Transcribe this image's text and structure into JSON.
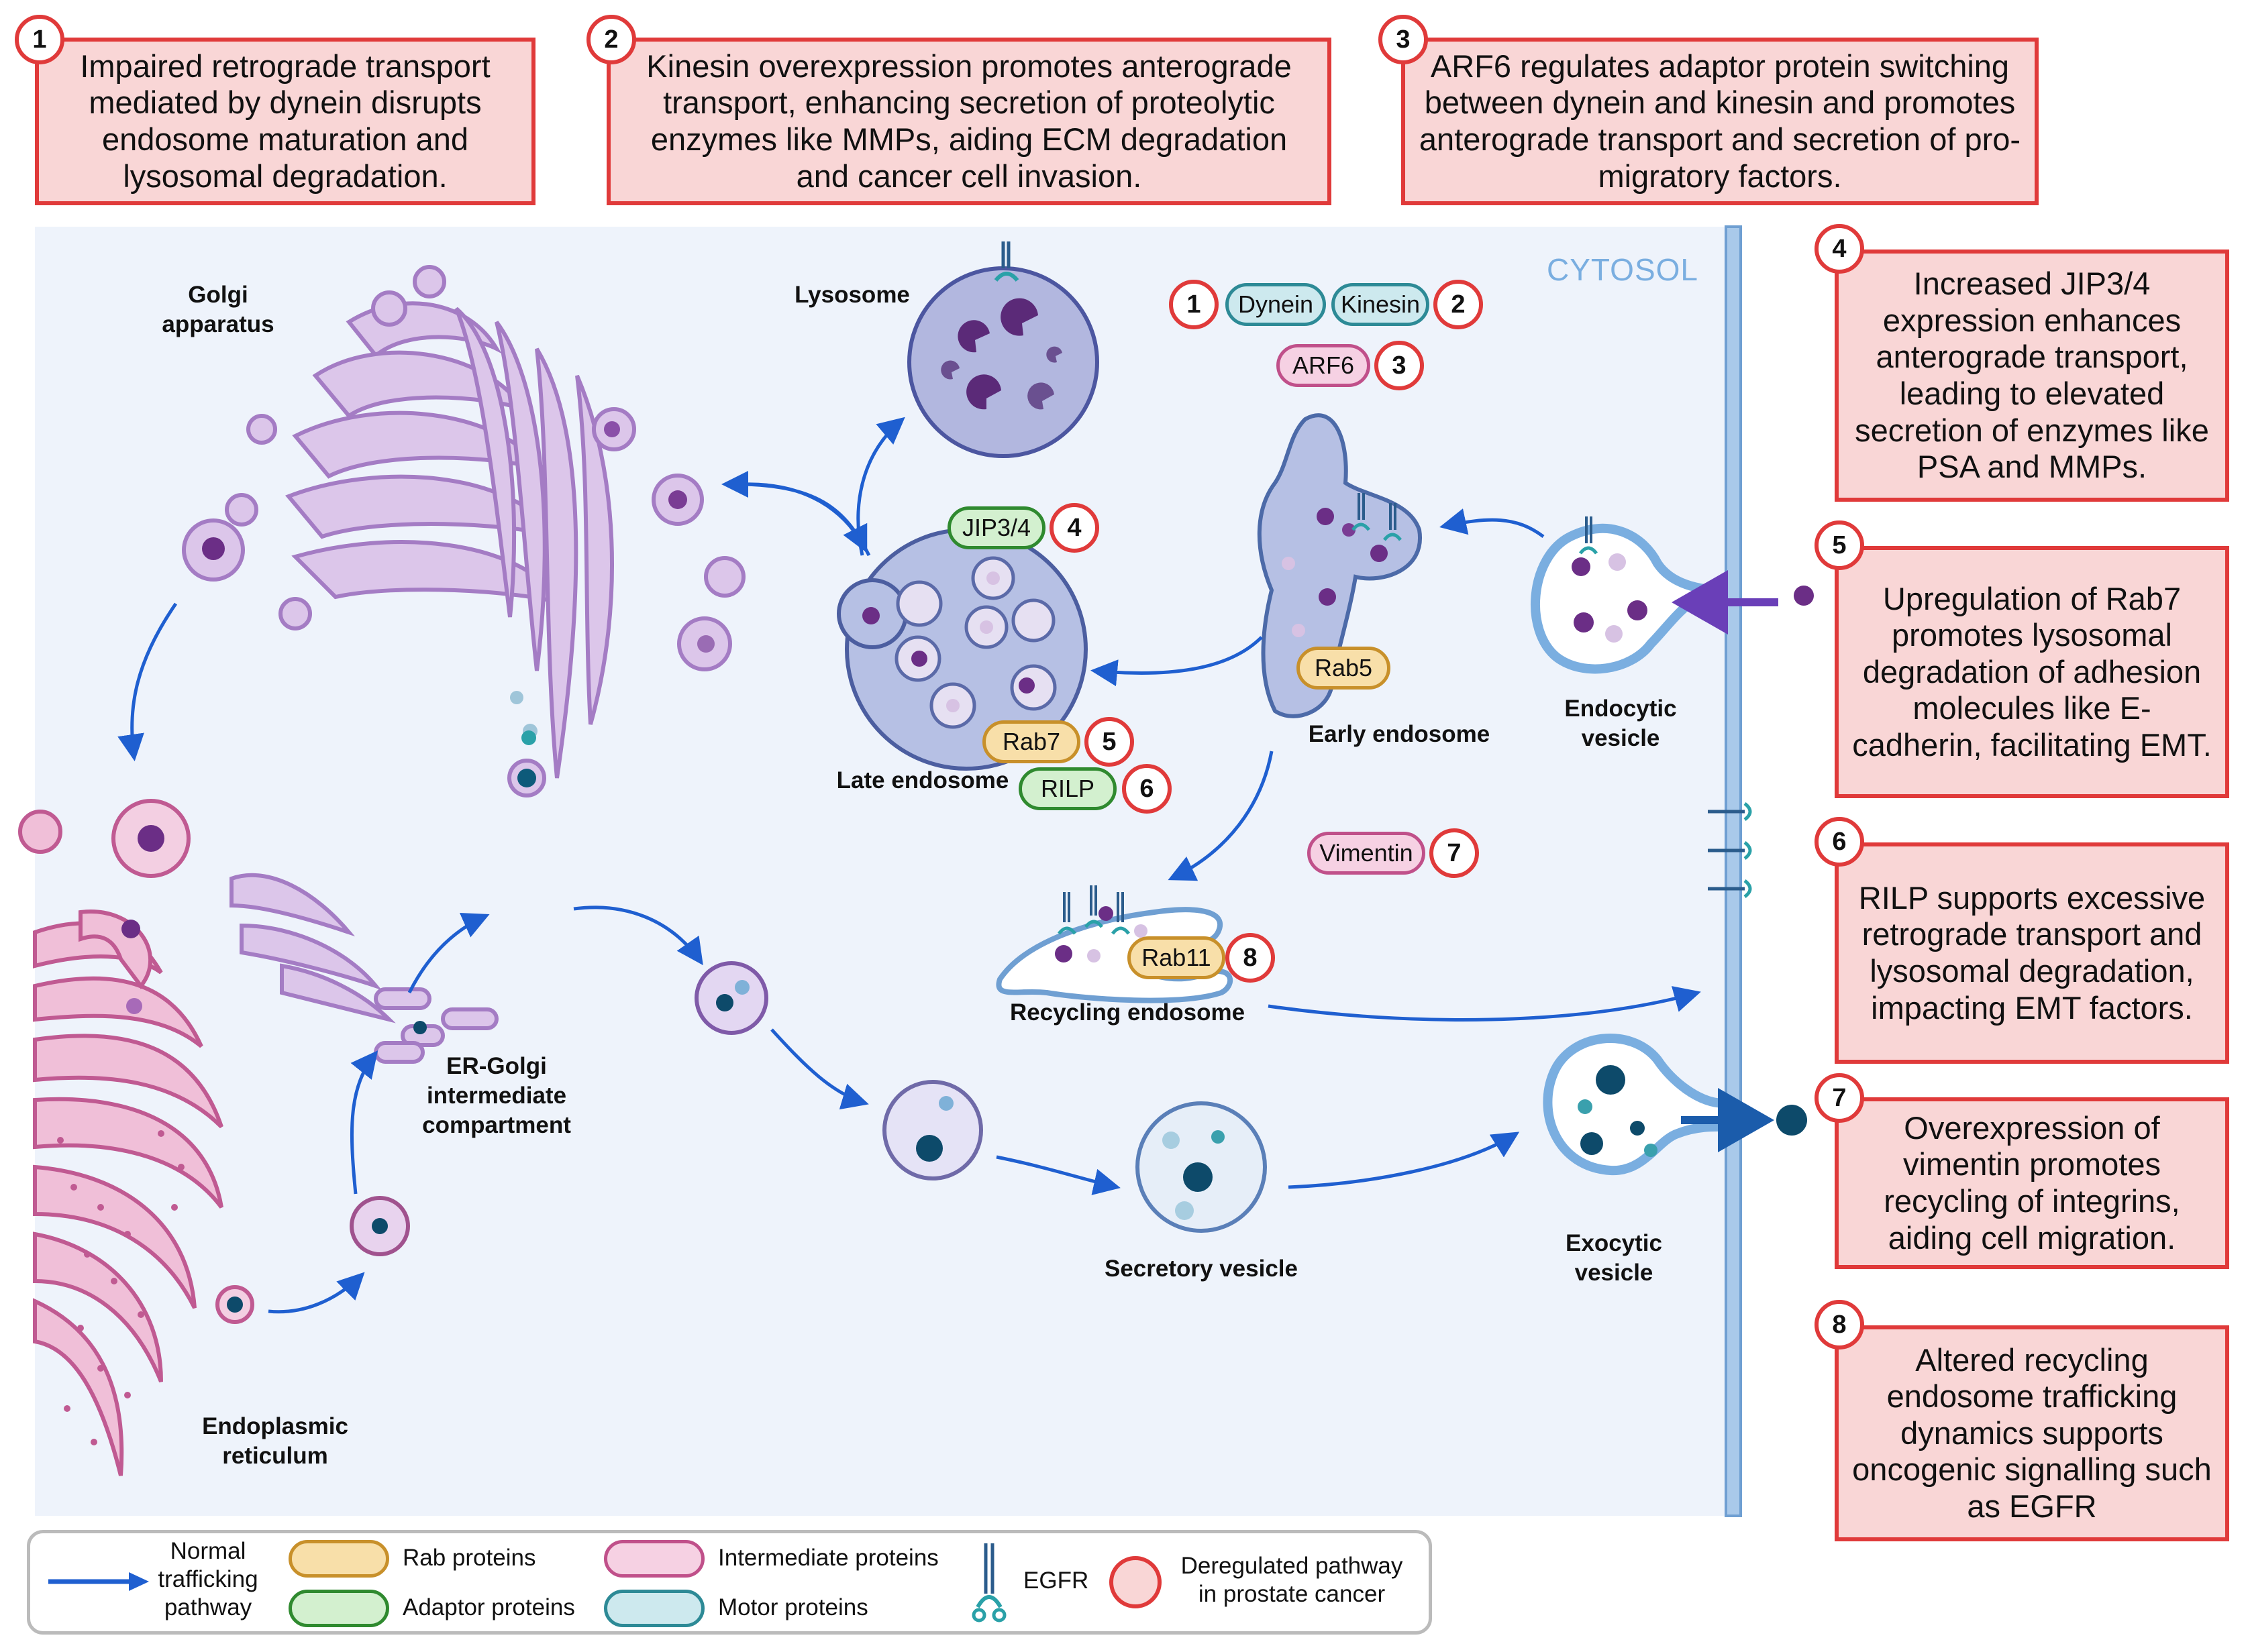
{
  "notes": [
    {
      "n": "1",
      "text": "Impaired retrograde transport mediated by dynein disrupts endosome maturation and lysosomal degradation."
    },
    {
      "n": "2",
      "text": "Kinesin overexpression promotes anterograde transport, enhancing secretion of proteolytic enzymes like MMPs, aiding ECM degradation and cancer cell invasion."
    },
    {
      "n": "3",
      "text": "ARF6 regulates adaptor protein switching between dynein and kinesin and promotes anterograde transport and secretion of pro-migratory factors."
    },
    {
      "n": "4",
      "text": "Increased JIP3/4 expression enhances anterograde transport, leading to elevated secretion of enzymes like PSA and MMPs."
    },
    {
      "n": "5",
      "text": "Upregulation of Rab7 promotes lysosomal degradation of adhesion molecules like E-cadherin, facilitating EMT."
    },
    {
      "n": "6",
      "text": "RILP supports excessive retrograde transport and lysosomal degradation, impacting EMT factors."
    },
    {
      "n": "7",
      "text": "Overexpression of vimentin promotes recycling of integrins, aiding cell migration."
    },
    {
      "n": "8",
      "text": "Altered recycling endosome trafficking dynamics supports oncogenic signalling such as EGFR"
    }
  ],
  "cell": {
    "region": "CYTOSOL"
  },
  "organelles": {
    "golgi": "Golgi apparatus",
    "lysosome": "Lysosome",
    "late_endosome": "Late endosome",
    "early_endosome": "Early endosome",
    "endocytic_vesicle": "Endocytic vesicle",
    "recycling_endosome": "Recycling endosome",
    "ergic": "ER-Golgi intermediate compartment",
    "er": "Endoplasmic reticulum",
    "secretory_vesicle": "Secretory vesicle",
    "exocytic_vesicle": "Exocytic vesicle"
  },
  "proteins": {
    "dynein": "Dynein",
    "kinesin": "Kinesin",
    "arf6": "ARF6",
    "jip": "JIP3/4",
    "rab5": "Rab5",
    "rab7": "Rab7",
    "rilp": "RILP",
    "vimentin": "Vimentin",
    "rab11": "Rab11"
  },
  "badges": {
    "dynein": "1",
    "kinesin": "2",
    "arf6": "3",
    "jip": "4",
    "rab7": "5",
    "rilp": "6",
    "vimentin": "7",
    "rab11": "8"
  },
  "legend": {
    "normal": "Normal trafficking pathway",
    "rab": "Rab proteins",
    "adaptor": "Adaptor proteins",
    "intermediate": "Intermediate proteins",
    "motor": "Motor proteins",
    "egfr": "EGFR",
    "dereg": "Deregulated pathway in prostate cancer"
  },
  "colors": {
    "arrow": "#1f5fd0",
    "note_fill": "#f9d6d6",
    "note_border": "#e03a3a",
    "cytosol": "#eef3fb",
    "membrane": "#7aaee0",
    "golgi": "#dcc6ea",
    "er": "#e6a9cc"
  }
}
